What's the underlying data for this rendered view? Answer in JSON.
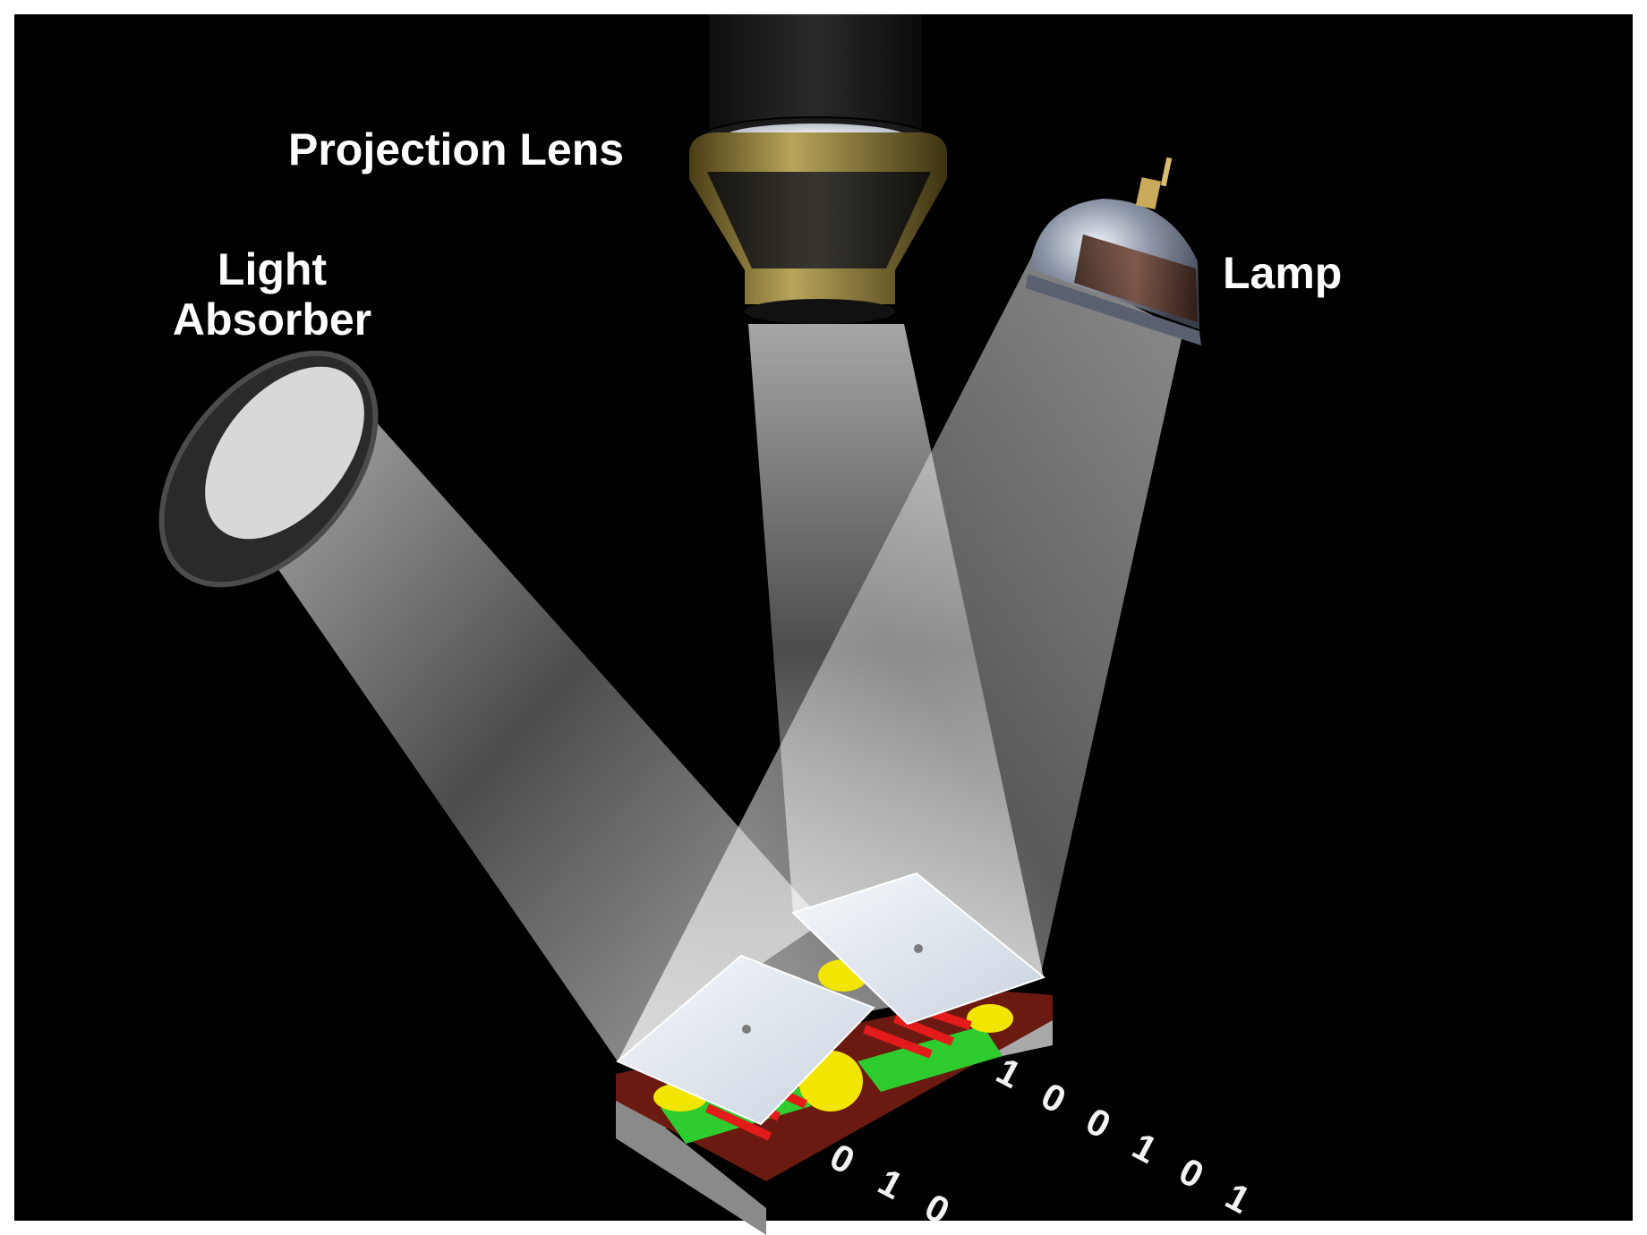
{
  "labels": {
    "projection_lens": "Projection Lens",
    "light_absorber_line1": "Light",
    "light_absorber_line2": "Absorber",
    "lamp": "Lamp"
  },
  "binary_rows": {
    "row_back": [
      "1",
      "0",
      "0",
      "1",
      "0",
      "1"
    ],
    "row_front": [
      "0",
      "1",
      "0"
    ]
  },
  "colors": {
    "background": "#000000",
    "frame": "#ffffff",
    "beam": "#ffffff",
    "mirror": "#e4ebf3",
    "substrate_top": "#6b1a12",
    "substrate_side": "#b9b9b9",
    "yoke_green": "#2ecc2e",
    "hinge_red": "#e41b1b",
    "electrode_yellow": "#f2e600",
    "lens_collar": "#7a6a2a"
  }
}
